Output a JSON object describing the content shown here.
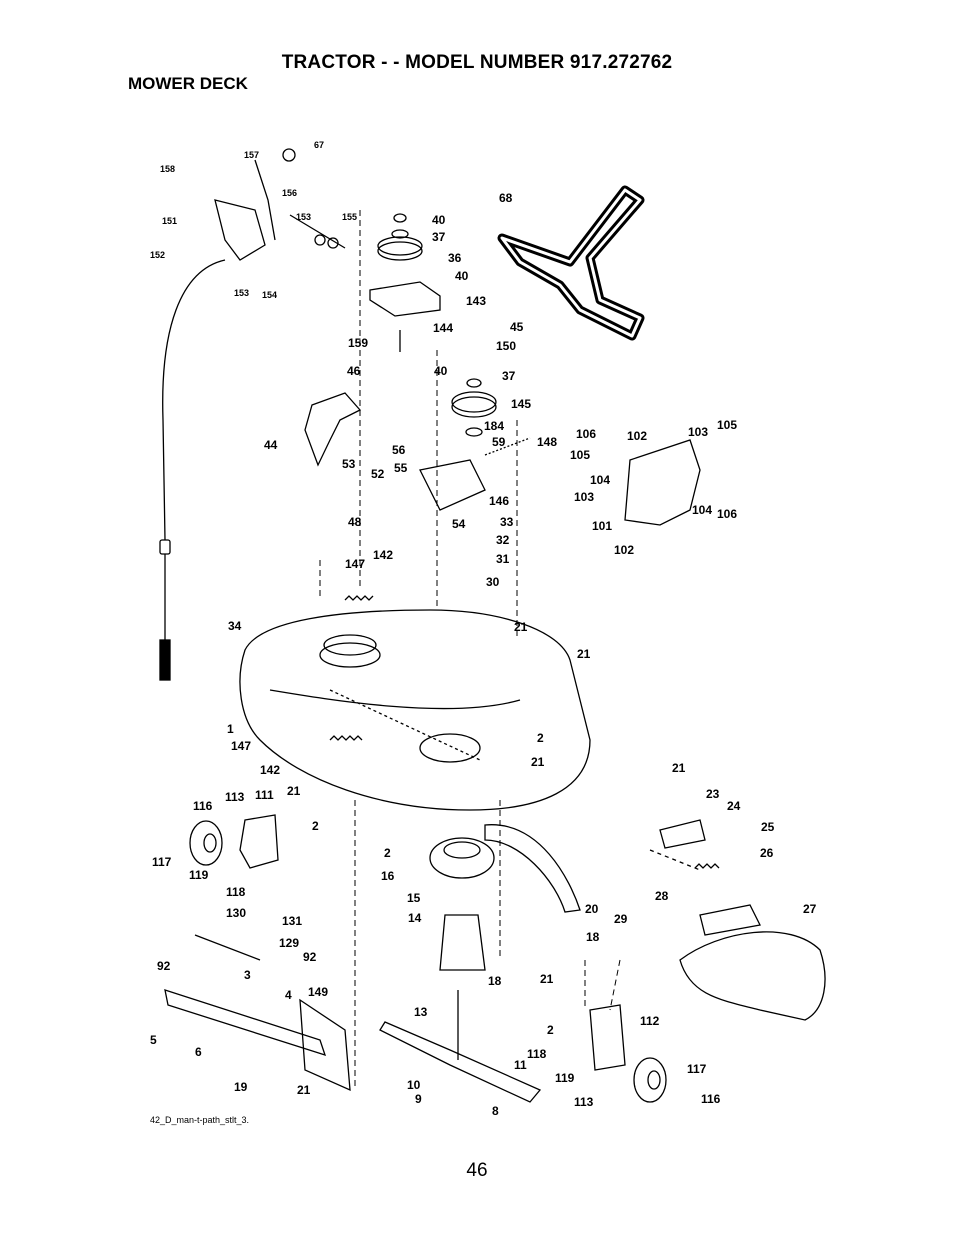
{
  "header": {
    "title": "TRACTOR - - MODEL NUMBER  917.272762",
    "subtitle": "MOWER DECK"
  },
  "diagram": {
    "callouts": [
      {
        "id": "158",
        "label": "158"
      },
      {
        "id": "157",
        "label": "157"
      },
      {
        "id": "67",
        "label": "67"
      },
      {
        "id": "156",
        "label": "156"
      },
      {
        "id": "151",
        "label": "151"
      },
      {
        "id": "153a",
        "label": "153"
      },
      {
        "id": "155",
        "label": "155"
      },
      {
        "id": "152",
        "label": "152"
      },
      {
        "id": "153b",
        "label": "153"
      },
      {
        "id": "154",
        "label": "154"
      },
      {
        "id": "40a",
        "label": "40"
      },
      {
        "id": "37a",
        "label": "37"
      },
      {
        "id": "36",
        "label": "36"
      },
      {
        "id": "40b",
        "label": "40"
      },
      {
        "id": "143",
        "label": "143"
      },
      {
        "id": "144",
        "label": "144"
      },
      {
        "id": "159",
        "label": "159"
      },
      {
        "id": "68",
        "label": "68"
      },
      {
        "id": "45",
        "label": "45"
      },
      {
        "id": "150",
        "label": "150"
      },
      {
        "id": "40c",
        "label": "40"
      },
      {
        "id": "37b",
        "label": "37"
      },
      {
        "id": "46",
        "label": "46"
      },
      {
        "id": "145",
        "label": "145"
      },
      {
        "id": "184",
        "label": "184"
      },
      {
        "id": "59",
        "label": "59"
      },
      {
        "id": "148",
        "label": "148"
      },
      {
        "id": "44",
        "label": "44"
      },
      {
        "id": "56",
        "label": "56"
      },
      {
        "id": "55",
        "label": "55"
      },
      {
        "id": "53",
        "label": "53"
      },
      {
        "id": "52",
        "label": "52"
      },
      {
        "id": "146",
        "label": "146"
      },
      {
        "id": "48",
        "label": "48"
      },
      {
        "id": "54",
        "label": "54"
      },
      {
        "id": "33",
        "label": "33"
      },
      {
        "id": "32",
        "label": "32"
      },
      {
        "id": "31",
        "label": "31"
      },
      {
        "id": "147a",
        "label": "147"
      },
      {
        "id": "142a",
        "label": "142"
      },
      {
        "id": "30",
        "label": "30"
      },
      {
        "id": "34",
        "label": "34"
      },
      {
        "id": "21a",
        "label": "21"
      },
      {
        "id": "21b",
        "label": "21"
      },
      {
        "id": "106a",
        "label": "106"
      },
      {
        "id": "102a",
        "label": "102"
      },
      {
        "id": "103a",
        "label": "103"
      },
      {
        "id": "105a",
        "label": "105"
      },
      {
        "id": "105b",
        "label": "105"
      },
      {
        "id": "104a",
        "label": "104"
      },
      {
        "id": "103b",
        "label": "103"
      },
      {
        "id": "101",
        "label": "101"
      },
      {
        "id": "104b",
        "label": "104"
      },
      {
        "id": "106b",
        "label": "106"
      },
      {
        "id": "102b",
        "label": "102"
      },
      {
        "id": "1",
        "label": "1"
      },
      {
        "id": "147b",
        "label": "147"
      },
      {
        "id": "2a",
        "label": "2"
      },
      {
        "id": "21c",
        "label": "21"
      },
      {
        "id": "142b",
        "label": "142"
      },
      {
        "id": "116a",
        "label": "116"
      },
      {
        "id": "113a",
        "label": "113"
      },
      {
        "id": "111",
        "label": "111"
      },
      {
        "id": "21d",
        "label": "21"
      },
      {
        "id": "2b",
        "label": "2"
      },
      {
        "id": "117a",
        "label": "117"
      },
      {
        "id": "119a",
        "label": "119"
      },
      {
        "id": "118a",
        "label": "118"
      },
      {
        "id": "2c",
        "label": "2"
      },
      {
        "id": "16",
        "label": "16"
      },
      {
        "id": "21e",
        "label": "21"
      },
      {
        "id": "23",
        "label": "23"
      },
      {
        "id": "24",
        "label": "24"
      },
      {
        "id": "25",
        "label": "25"
      },
      {
        "id": "26",
        "label": "26"
      },
      {
        "id": "130",
        "label": "130"
      },
      {
        "id": "131",
        "label": "131"
      },
      {
        "id": "129",
        "label": "129"
      },
      {
        "id": "92a",
        "label": "92"
      },
      {
        "id": "92b",
        "label": "92"
      },
      {
        "id": "3",
        "label": "3"
      },
      {
        "id": "15",
        "label": "15"
      },
      {
        "id": "14",
        "label": "14"
      },
      {
        "id": "20",
        "label": "20"
      },
      {
        "id": "28",
        "label": "28"
      },
      {
        "id": "27",
        "label": "27"
      },
      {
        "id": "29",
        "label": "29"
      },
      {
        "id": "18a",
        "label": "18"
      },
      {
        "id": "18b",
        "label": "18"
      },
      {
        "id": "21f",
        "label": "21"
      },
      {
        "id": "4",
        "label": "4"
      },
      {
        "id": "149",
        "label": "149"
      },
      {
        "id": "5",
        "label": "5"
      },
      {
        "id": "6",
        "label": "6"
      },
      {
        "id": "13",
        "label": "13"
      },
      {
        "id": "2d",
        "label": "2"
      },
      {
        "id": "112",
        "label": "112"
      },
      {
        "id": "118b",
        "label": "118"
      },
      {
        "id": "11",
        "label": "11"
      },
      {
        "id": "119b",
        "label": "119"
      },
      {
        "id": "117b",
        "label": "117"
      },
      {
        "id": "19",
        "label": "19"
      },
      {
        "id": "21g",
        "label": "21"
      },
      {
        "id": "10",
        "label": "10"
      },
      {
        "id": "9",
        "label": "9"
      },
      {
        "id": "8",
        "label": "8"
      },
      {
        "id": "113b",
        "label": "113"
      },
      {
        "id": "116b",
        "label": "116"
      }
    ]
  },
  "footer": {
    "caption": "42_D_man-t-path_stlt_3.",
    "page_number": "46"
  }
}
